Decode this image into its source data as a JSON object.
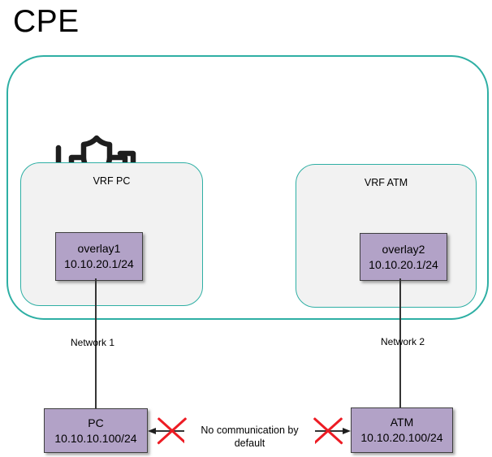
{
  "title": "CPE",
  "colors": {
    "teal_border": "#2eafa4",
    "vrf_fill": "#f2f2f2",
    "node_fill": "#b2a2c7",
    "node_border": "#3f3f3f",
    "connector": "#353535",
    "blocked_x_red": "#ed1c24"
  },
  "cpe": {
    "icon": "firewall-router-shield-icon",
    "vrfs": [
      {
        "label": "VRF PC",
        "interface": {
          "name": "overlay1",
          "ip": "10.10.20.1/24"
        }
      },
      {
        "label": "VRF ATM",
        "interface": {
          "name": "overlay2",
          "ip": "10.10.20.1/24"
        }
      }
    ]
  },
  "links": [
    {
      "label": "Network 1"
    },
    {
      "label": "Network 2"
    }
  ],
  "hosts": [
    {
      "name": "PC",
      "ip": "10.10.10.100/24"
    },
    {
      "name": "ATM",
      "ip": "10.10.20.100/24"
    }
  ],
  "blocked_connection": {
    "label": "No communication by default"
  }
}
